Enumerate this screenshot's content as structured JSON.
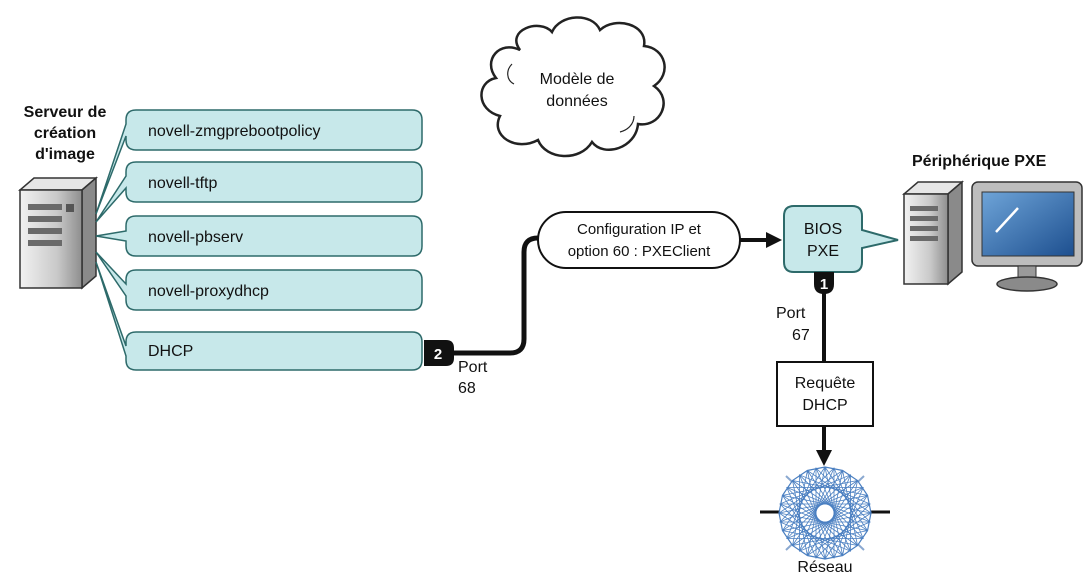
{
  "server": {
    "title_line1": "Serveur de",
    "title_line2": "création",
    "title_line3": "d'image"
  },
  "services": [
    {
      "label": "novell-zmgprebootpolicy"
    },
    {
      "label": "novell-tftp"
    },
    {
      "label": "novell-pbserv"
    },
    {
      "label": "novell-proxydhcp"
    },
    {
      "label": "DHCP"
    }
  ],
  "cloud": {
    "line1": "Modèle de",
    "line2": "données"
  },
  "reply": {
    "line1": "Configuration IP et",
    "line2": "option 60 : PXEClient"
  },
  "pxe_device": {
    "title": "Périphérique PXE"
  },
  "bios": {
    "line1": "BIOS",
    "line2": "PXE"
  },
  "steps": {
    "one": "1",
    "two": "2"
  },
  "port_67": {
    "line1": "Port",
    "line2": "67"
  },
  "port_68": {
    "line1": "Port",
    "line2": "68"
  },
  "request": {
    "line1": "Requête",
    "line2": "DHCP"
  },
  "network": {
    "label": "Réseau"
  },
  "colors": {
    "callout_fill": "#c7e8ea",
    "callout_stroke": "#2d6a6a",
    "line": "#111111",
    "network_blue": "#4a7fc1"
  }
}
